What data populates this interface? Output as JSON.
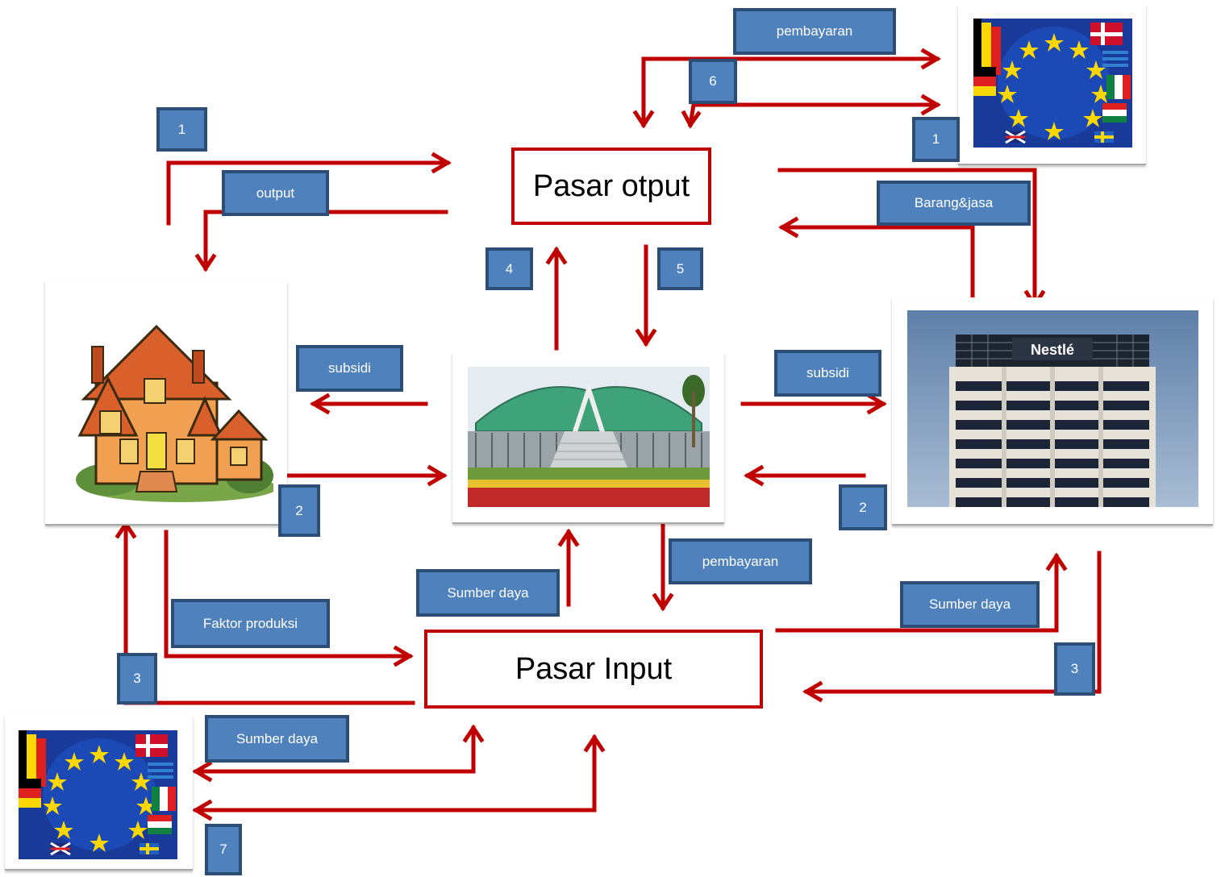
{
  "markets": {
    "output": "Pasar otput",
    "input": "Pasar Input"
  },
  "labels": {
    "pembayaran_top": "pembayaran",
    "n6": "6",
    "n1_left": "1",
    "n1_right": "1",
    "output": "output",
    "barang_jasa": "Barang&jasa",
    "n4": "4",
    "n5": "5",
    "subsidi_left": "subsidi",
    "subsidi_right": "subsidi",
    "n2_left": "2",
    "n2_right": "2",
    "pembayaran_mid": "pembayaran",
    "sumber_daya_mid": "Sumber daya",
    "sumber_daya_right": "Sumber daya",
    "faktor_produksi": "Faktor produksi",
    "n3_left": "3",
    "n3_right": "3",
    "sumber_daya_bottom": "Sumber daya",
    "n7": "7"
  },
  "building_sign": "Nestlé",
  "colors": {
    "arrow": "#c00000",
    "label_fill": "#4f81bd",
    "label_border": "#2c4d75"
  }
}
